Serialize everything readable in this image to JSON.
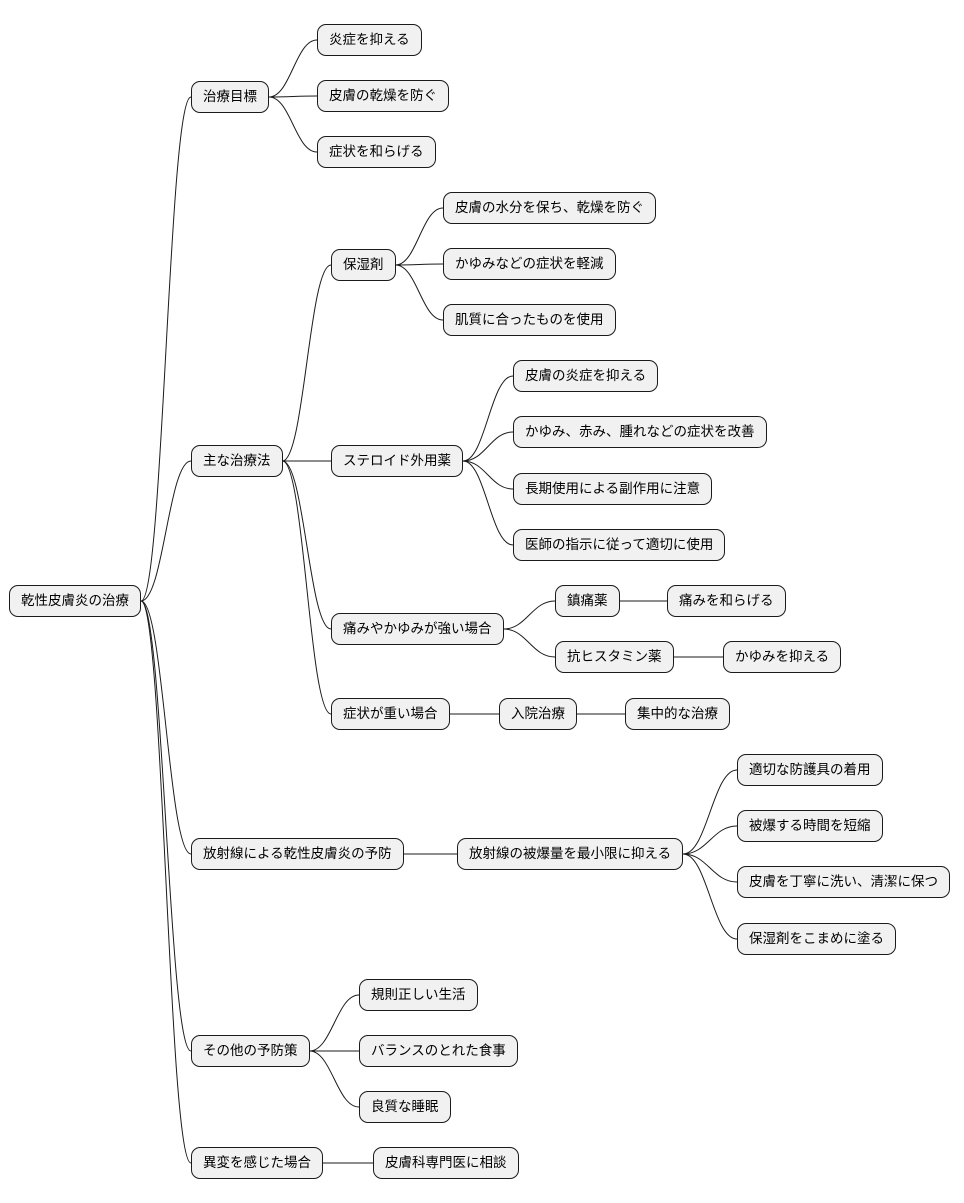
{
  "mindmap": {
    "root": {
      "label": "乾性皮膚炎の治療",
      "children": [
        {
          "label": "治療目標",
          "children": [
            {
              "label": "炎症を抑える"
            },
            {
              "label": "皮膚の乾燥を防ぐ"
            },
            {
              "label": "症状を和らげる"
            }
          ]
        },
        {
          "label": "主な治療法",
          "children": [
            {
              "label": "保湿剤",
              "children": [
                {
                  "label": "皮膚の水分を保ち、乾燥を防ぐ"
                },
                {
                  "label": "かゆみなどの症状を軽減"
                },
                {
                  "label": "肌質に合ったものを使用"
                }
              ]
            },
            {
              "label": "ステロイド外用薬",
              "children": [
                {
                  "label": "皮膚の炎症を抑える"
                },
                {
                  "label": "かゆみ、赤み、腫れなどの症状を改善"
                },
                {
                  "label": "長期使用による副作用に注意"
                },
                {
                  "label": "医師の指示に従って適切に使用"
                }
              ]
            },
            {
              "label": "痛みやかゆみが強い場合",
              "children": [
                {
                  "label": "鎮痛薬",
                  "children": [
                    {
                      "label": "痛みを和らげる"
                    }
                  ]
                },
                {
                  "label": "抗ヒスタミン薬",
                  "children": [
                    {
                      "label": "かゆみを抑える"
                    }
                  ]
                }
              ]
            },
            {
              "label": "症状が重い場合",
              "children": [
                {
                  "label": "入院治療",
                  "children": [
                    {
                      "label": "集中的な治療"
                    }
                  ]
                }
              ]
            }
          ]
        },
        {
          "label": "放射線による乾性皮膚炎の予防",
          "children": [
            {
              "label": "放射線の被爆量を最小限に抑える",
              "children": [
                {
                  "label": "適切な防護具の着用"
                },
                {
                  "label": "被爆する時間を短縮"
                },
                {
                  "label": "皮膚を丁寧に洗い、清潔に保つ"
                },
                {
                  "label": "保湿剤をこまめに塗る"
                }
              ]
            }
          ]
        },
        {
          "label": "その他の予防策",
          "children": [
            {
              "label": "規則正しい生活"
            },
            {
              "label": "バランスのとれた食事"
            },
            {
              "label": "良質な睡眠"
            }
          ]
        },
        {
          "label": "異変を感じた場合",
          "children": [
            {
              "label": "皮膚科専門医に相談"
            }
          ]
        }
      ]
    }
  },
  "colors": {
    "node_fill": "#f1f1f1",
    "node_border": "#1b1b1b",
    "edge": "#1b1b1b",
    "text": "#000000"
  }
}
